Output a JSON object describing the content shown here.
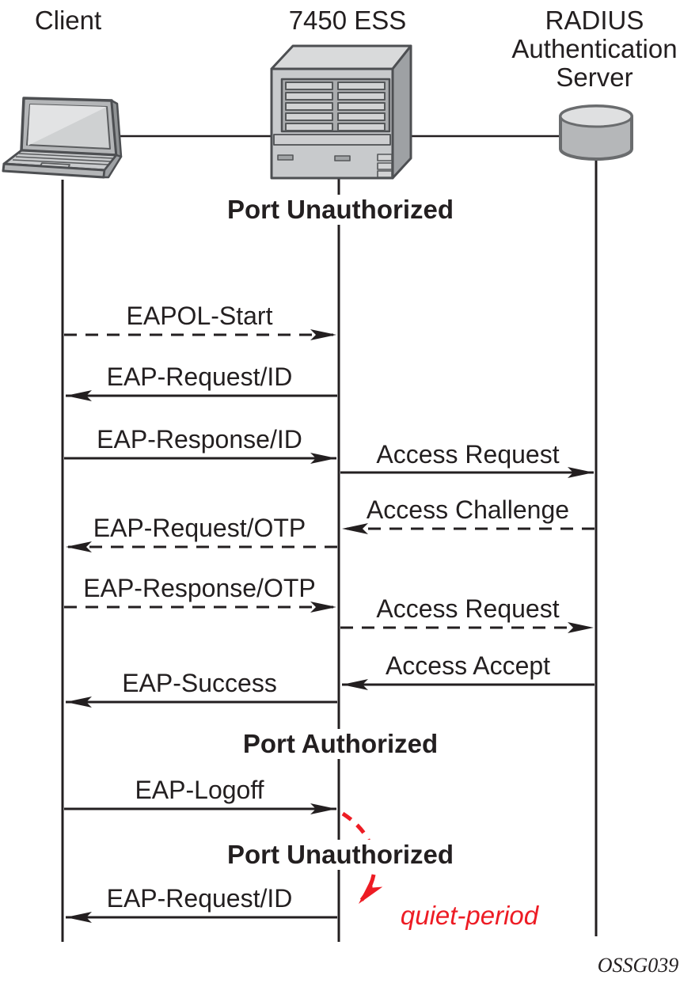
{
  "actors": [
    {
      "name": "Client",
      "icon": "laptop-icon"
    },
    {
      "name": "7450 ESS",
      "icon": "switch-icon"
    },
    {
      "name": "RADIUS Authentication Server",
      "icon": "database-icon"
    }
  ],
  "port_states": [
    {
      "label": "Port Unauthorized"
    },
    {
      "label": "Port Authorized"
    },
    {
      "label": "Port Unauthorized"
    }
  ],
  "messages": [
    {
      "label": "EAPOL-Start",
      "from": "Client",
      "to": "7450 ESS",
      "line_style": "dashed"
    },
    {
      "label": "EAP-Request/ID",
      "from": "7450 ESS",
      "to": "Client",
      "line_style": "solid"
    },
    {
      "label": "EAP-Response/ID",
      "from": "Client",
      "to": "7450 ESS",
      "line_style": "solid"
    },
    {
      "label": "Access Request",
      "from": "7450 ESS",
      "to": "RADIUS Authentication Server",
      "line_style": "solid"
    },
    {
      "label": "Access Challenge",
      "from": "RADIUS Authentication Server",
      "to": "7450 ESS",
      "line_style": "dashed"
    },
    {
      "label": "EAP-Request/OTP",
      "from": "7450 ESS",
      "to": "Client",
      "line_style": "dashed"
    },
    {
      "label": "EAP-Response/OTP",
      "from": "Client",
      "to": "7450 ESS",
      "line_style": "dashed"
    },
    {
      "label": "Access Request",
      "from": "7450 ESS",
      "to": "RADIUS Authentication Server",
      "line_style": "dashed"
    },
    {
      "label": "Access Accept",
      "from": "RADIUS Authentication Server",
      "to": "7450 ESS",
      "line_style": "solid"
    },
    {
      "label": "EAP-Success",
      "from": "7450 ESS",
      "to": "Client",
      "line_style": "solid"
    },
    {
      "label": "EAP-Logoff",
      "from": "Client",
      "to": "7450 ESS",
      "line_style": "solid"
    },
    {
      "label": "EAP-Request/ID",
      "from": "7450 ESS",
      "to": "Client",
      "line_style": "solid"
    }
  ],
  "annotations": {
    "quiet_period_label": "quiet-period",
    "figure_code": "OSSG039"
  },
  "colors": {
    "ink": "#231f20",
    "accent_red": "#ed1c24",
    "device_fill": "#c8cacc",
    "device_fill_light": "#dcdddd",
    "device_stroke": "#4d4f52"
  }
}
